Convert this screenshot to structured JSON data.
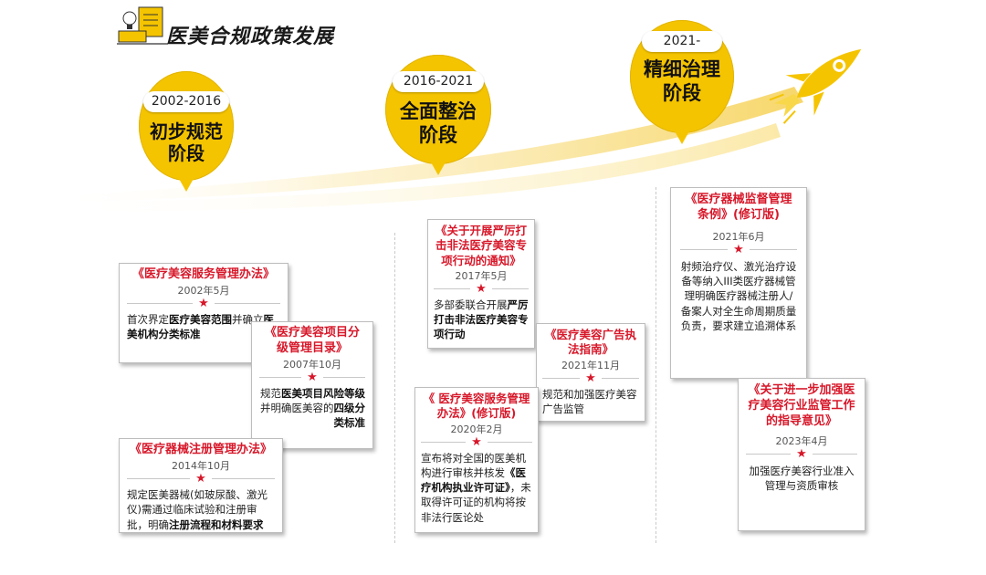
{
  "header": {
    "title": "医美合规政策发展",
    "illustration_icon": "documents-and-lightbulb-icon"
  },
  "decor": {
    "rocket_icon": "rocket-icon",
    "accent_color": "#f5c400",
    "title_red": "#d7182a"
  },
  "stages": [
    {
      "years": "2002-2016",
      "name": "初步规范\n阶段"
    },
    {
      "years": "2016-2021",
      "name": "全面整治\n阶段"
    },
    {
      "years": "2021-",
      "name": "精细治理\n阶段"
    }
  ],
  "cards": [
    {
      "title": "《医疗美容服务管理办法》",
      "date": "2002年5月",
      "body": [
        [
          "首次界定",
          0
        ],
        [
          "医疗美容范围",
          1
        ],
        [
          "并确立",
          0
        ],
        [
          "医美机构分类标准",
          1
        ]
      ]
    },
    {
      "title": "《医疗美容项目分级管理目录》",
      "date": "2007年10月",
      "body": [
        [
          "规范",
          0
        ],
        [
          "医美项目风险等级",
          1
        ],
        [
          "并明确医美容的",
          0
        ],
        [
          "四级分类标准",
          1
        ]
      ]
    },
    {
      "title": "《医疗器械注册管理办法》",
      "date": "2014年10月",
      "body": [
        [
          "规定医美器械(如玻尿酸、激光仪)需通过临床试验和注册审批，明确",
          0
        ],
        [
          "注册流程和材料要求",
          1
        ]
      ]
    },
    {
      "title": "《关于开展严厉打击非法医疗美容专项行动的通知》",
      "date": "2017年5月",
      "body": [
        [
          "多部委联合开展",
          0
        ],
        [
          "严厉打击非法医疗美容专项行动",
          1
        ]
      ]
    },
    {
      "title": "《医疗美容广告执法指南》",
      "date": "2021年11月",
      "body": [
        [
          "规范和加强医疗美容广告监管",
          0
        ]
      ]
    },
    {
      "title": "《 医疗美容服务管理办法》(修订版)",
      "date": "2020年2月",
      "body": [
        [
          "宣布将对全国的医美机构进行审核并核发",
          0
        ],
        [
          "《医疗机构执业许可证》",
          1
        ],
        [
          "，未取得许可证的机构将按非法行医论处",
          0
        ]
      ]
    },
    {
      "title": "《医疗器械监督管理条例》(修订版)",
      "date": "2021年6月",
      "body": [
        [
          "射频治疗仪、激光治疗设备等纳入III类医疗器械管理明确医疗器械注册人/备案人对全生命周期质量负责，要求建立追溯体系",
          0
        ]
      ]
    },
    {
      "title": "《关于进一步加强医疗美容行业监管工作的指导意见》",
      "date": "2023年4月",
      "body": [
        [
          "加强医疗美容行业准入管理与资质审核",
          0
        ]
      ]
    }
  ]
}
